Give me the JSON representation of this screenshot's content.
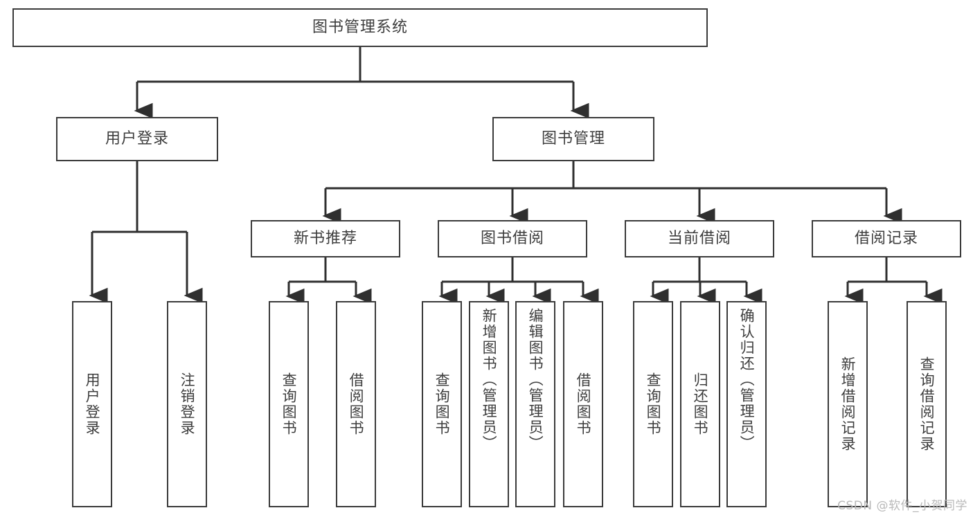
{
  "diagram": {
    "title": "图书管理系统",
    "type": "tree-hierarchy",
    "watermark": "CSDN @软件_小贺同学",
    "colors": {
      "box_border": "#3a3a3a",
      "box_fill": "#ffffff",
      "connector": "#2f2f2f",
      "text": "#3d3d3d",
      "watermark": "#b9b9b9"
    },
    "root": {
      "label": "图书管理系统"
    },
    "level2": [
      {
        "label": "用户登录"
      },
      {
        "label": "图书管理"
      }
    ],
    "level3": [
      {
        "label": "新书推荐"
      },
      {
        "label": "图书借阅"
      },
      {
        "label": "当前借阅"
      },
      {
        "label": "借阅记录"
      }
    ],
    "leaves": {
      "user_login": [
        {
          "label": "用户登录"
        },
        {
          "label": "注销登录"
        }
      ],
      "new_book_recommend": [
        {
          "label": "查询图书"
        },
        {
          "label": "借阅图书"
        }
      ],
      "book_borrow": [
        {
          "label": "查询图书"
        },
        {
          "label": "新增图书（管理员）"
        },
        {
          "label": "编辑图书（管理员）"
        },
        {
          "label": "借阅图书"
        }
      ],
      "current_borrow": [
        {
          "label": "查询图书"
        },
        {
          "label": "归还图书"
        },
        {
          "label": "确认归还（管理员）"
        }
      ],
      "borrow_record": [
        {
          "label": "新增借阅记录"
        },
        {
          "label": "查询借阅记录"
        }
      ]
    }
  }
}
